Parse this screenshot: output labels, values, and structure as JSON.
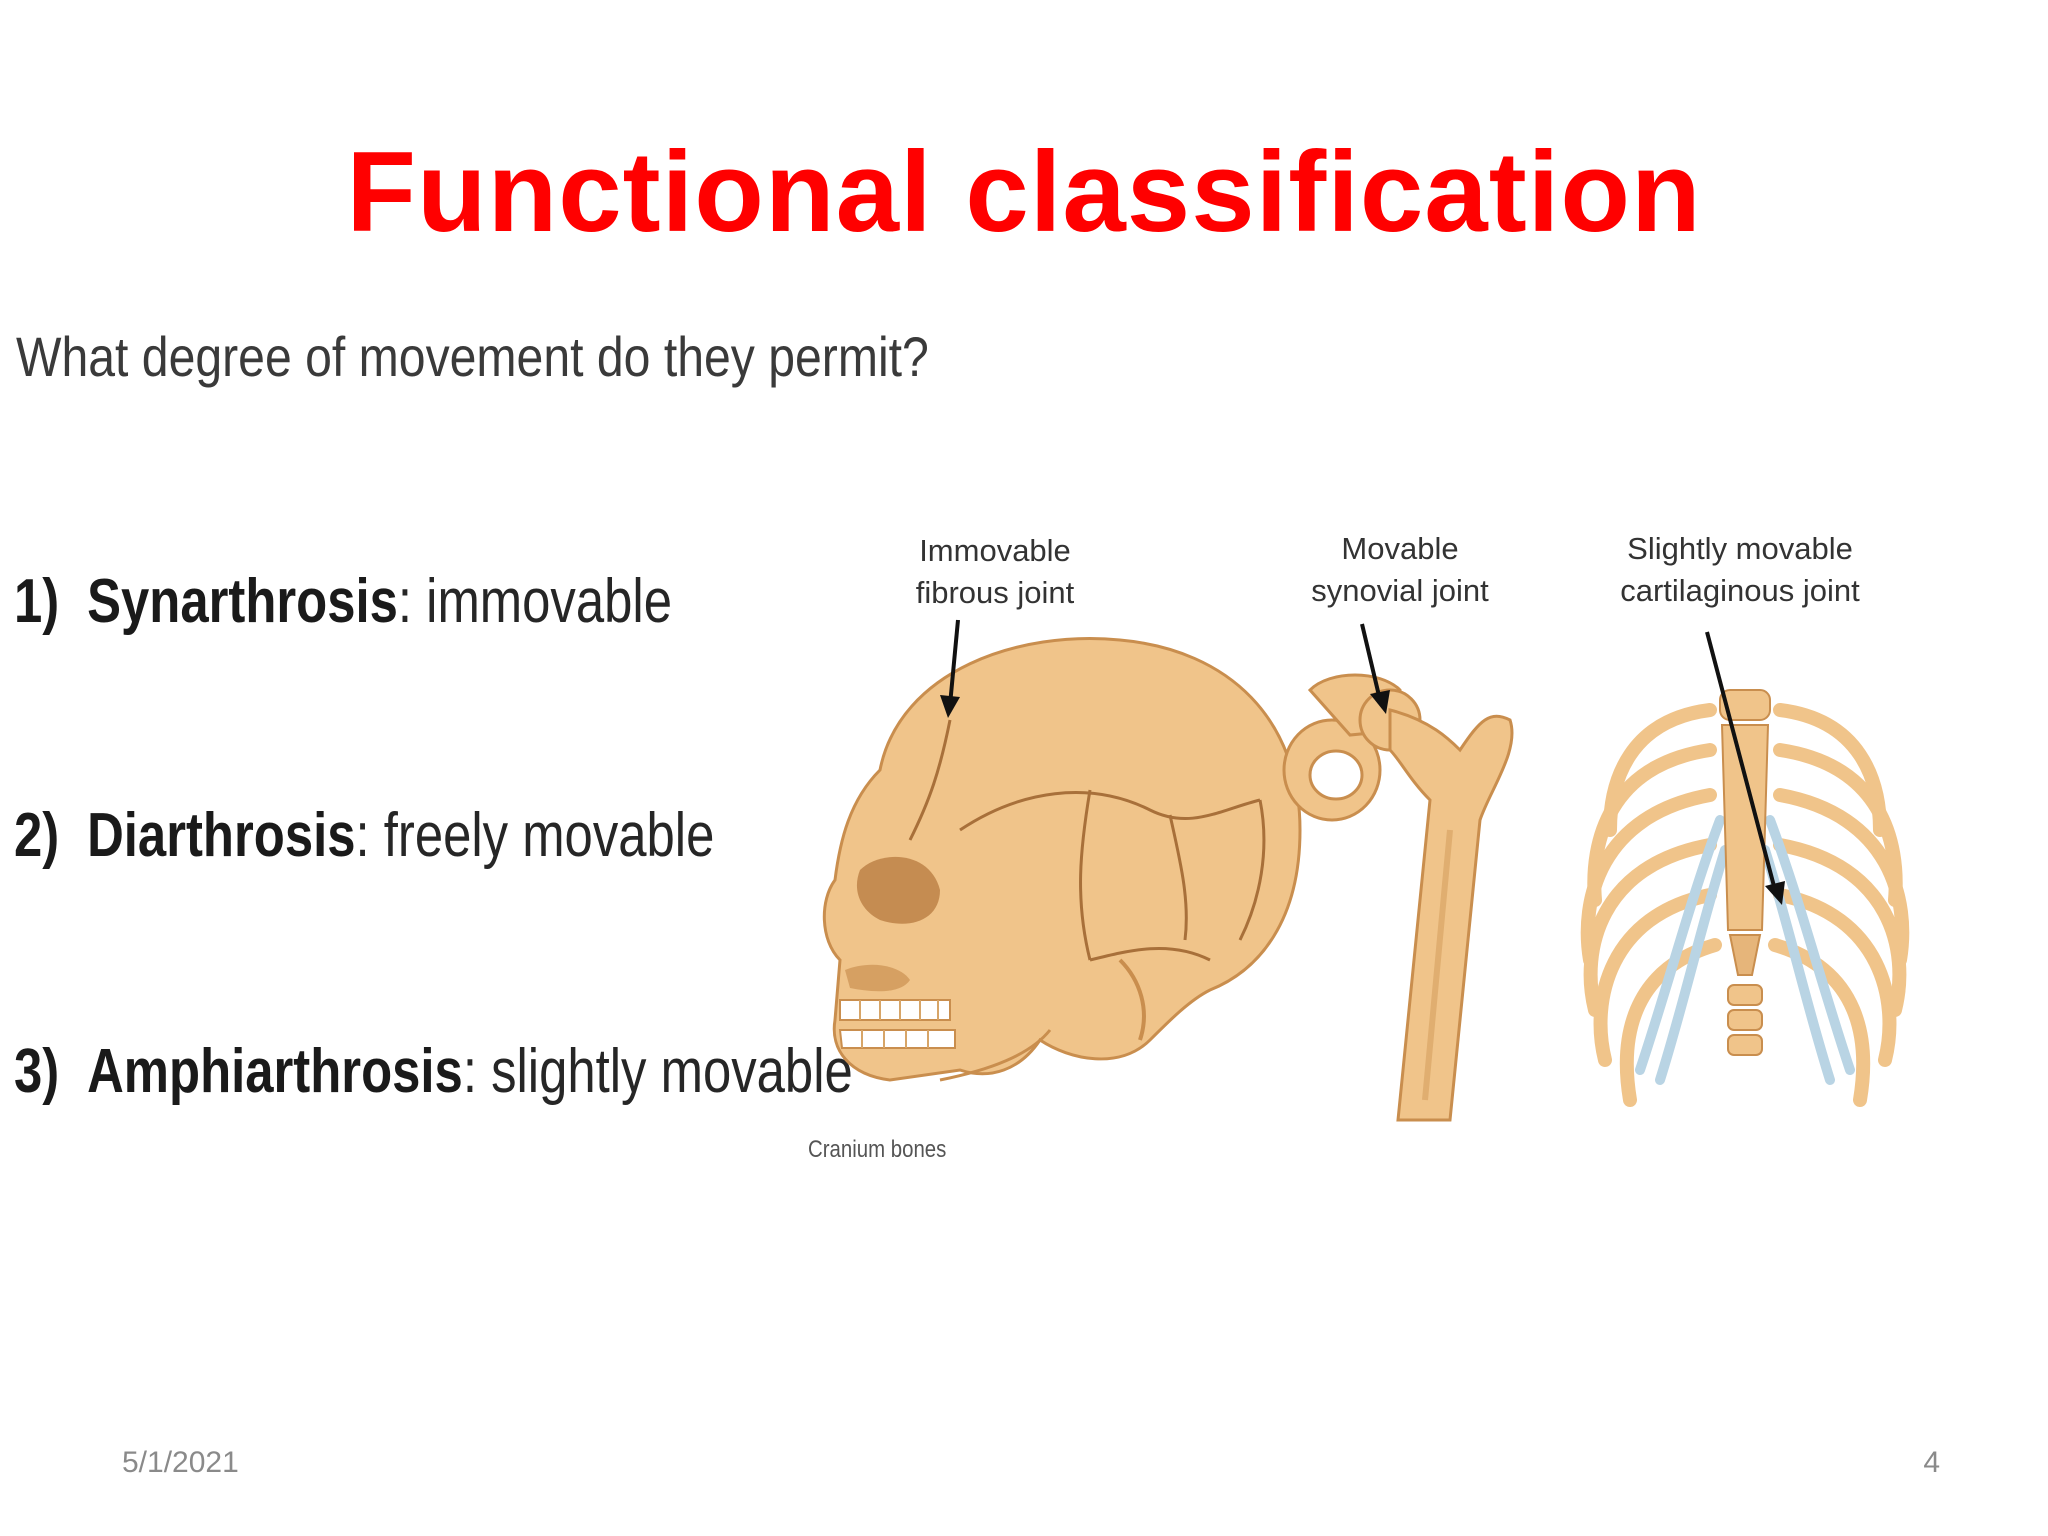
{
  "slide": {
    "title": "Functional classification",
    "question": "What degree of movement do they permit?",
    "items": [
      {
        "number": "1)",
        "term": "Synarthrosis",
        "separator": ":",
        "description": " immovable"
      },
      {
        "number": "2)",
        "term": "Diarthrosis",
        "separator": ":",
        "description": " freely movable"
      },
      {
        "number": "3)",
        "term": "Amphiarthrosis",
        "separator": ":",
        "description": " slightly movable"
      }
    ],
    "figure": {
      "labels": [
        {
          "line1": "Immovable",
          "line2": "fibrous joint"
        },
        {
          "line1": "Movable",
          "line2": "synovial joint"
        },
        {
          "line1": "Slightly movable",
          "line2": "cartilaginous joint"
        }
      ],
      "caption": "Cranium bones",
      "colors": {
        "bone": "#f0c48a",
        "bone_shadow": "#c98e4e",
        "cartilage": "#b9d4e4",
        "arrow": "#111111"
      }
    },
    "footer": {
      "date": "5/1/2021",
      "page": "4"
    },
    "colors": {
      "title": "#ff0000"
    }
  }
}
